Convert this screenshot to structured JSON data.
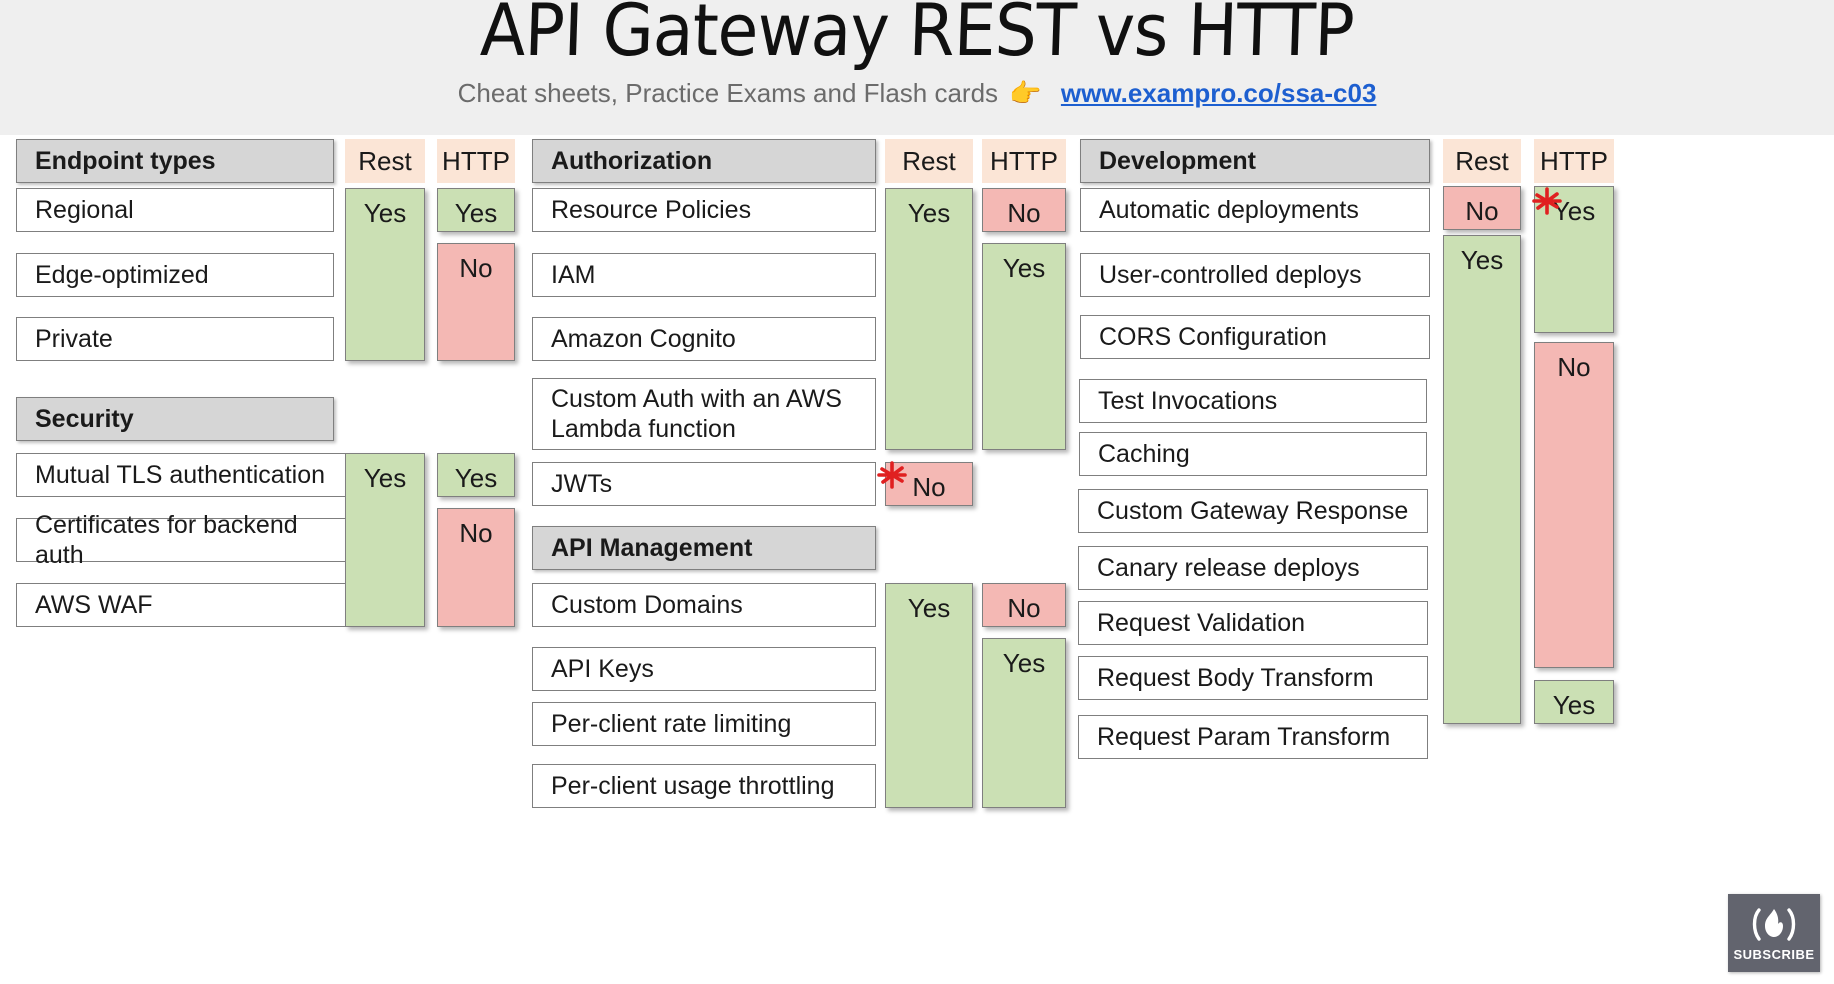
{
  "header": {
    "title": "API Gateway REST vs HTTP",
    "subtitle_text": "Cheat sheets, Practice Exams and Flash cards",
    "hand_icon": "👉",
    "url": "www.exampro.co/ssa-c03",
    "url_color": "#1d5fd0",
    "banner_bg": "#efefef"
  },
  "colors": {
    "yes_bg": "#cbe0b4",
    "no_bg": "#f4b8b4",
    "section_header_bg": "#d6d6d6",
    "column_header_bg": "#fbe5d6",
    "border": "#7f7f7f",
    "annotation": "#e02020"
  },
  "column_headers": {
    "rest": "Rest",
    "http": "HTTP"
  },
  "sections": [
    {
      "id": "endpoint-types",
      "title": "Endpoint types",
      "items": [
        "Regional",
        "Edge-optimized",
        "Private"
      ],
      "rest": [
        {
          "value": "Yes",
          "state": "yes",
          "spans": 3
        }
      ],
      "http": [
        {
          "value": "Yes",
          "state": "yes",
          "spans": 1
        },
        {
          "value": "No",
          "state": "no",
          "spans": 2
        }
      ]
    },
    {
      "id": "security",
      "title": "Security",
      "items": [
        "Mutual TLS authentication",
        "Certificates for backend auth",
        "AWS WAF"
      ],
      "rest": [
        {
          "value": "Yes",
          "state": "yes",
          "spans": 3
        }
      ],
      "http": [
        {
          "value": "Yes",
          "state": "yes",
          "spans": 1
        },
        {
          "value": "No",
          "state": "no",
          "spans": 2
        }
      ]
    },
    {
      "id": "authorization",
      "title": "Authorization",
      "items": [
        "Resource Policies",
        "IAM",
        "Amazon Cognito",
        "Custom Auth with an AWS Lambda function",
        "JWTs"
      ],
      "rest": [
        {
          "value": "Yes",
          "state": "yes",
          "spans": 4
        },
        {
          "value": "No",
          "state": "no",
          "spans": 1,
          "annotated": true
        }
      ],
      "http": [
        {
          "value": "No",
          "state": "no",
          "spans": 1
        },
        {
          "value": "Yes",
          "state": "yes",
          "spans": 4
        }
      ]
    },
    {
      "id": "api-management",
      "title": "API Management",
      "items": [
        "Custom Domains",
        "API Keys",
        "Per-client rate limiting",
        "Per-client usage throttling"
      ],
      "rest": [
        {
          "value": "Yes",
          "state": "yes",
          "spans": 4
        }
      ],
      "http": [
        {
          "value": "No",
          "state": "no",
          "spans": 1
        },
        {
          "value": "Yes",
          "state": "yes",
          "spans": 3
        }
      ]
    },
    {
      "id": "development",
      "title": "Development",
      "items": [
        "Automatic deployments",
        "User-controlled deploys",
        "CORS Configuration",
        "Test Invocations",
        "Caching",
        "Custom Gateway Response",
        "Canary release deploys",
        "Request Validation",
        "Request Body Transform",
        "Request Param Transform"
      ],
      "rest": [
        {
          "value": "No",
          "state": "no",
          "spans": 1
        },
        {
          "value": "Yes",
          "state": "yes",
          "spans": 9
        }
      ],
      "http": [
        {
          "value": "Yes",
          "state": "yes",
          "spans": 3,
          "annotated": true
        },
        {
          "value": "No",
          "state": "no",
          "spans": 6
        },
        {
          "value": "Yes",
          "state": "yes",
          "spans": 1
        }
      ]
    }
  ],
  "subscribe": {
    "label": "SUBSCRIBE",
    "icon": "flame-icon",
    "bg": "#62646e"
  }
}
